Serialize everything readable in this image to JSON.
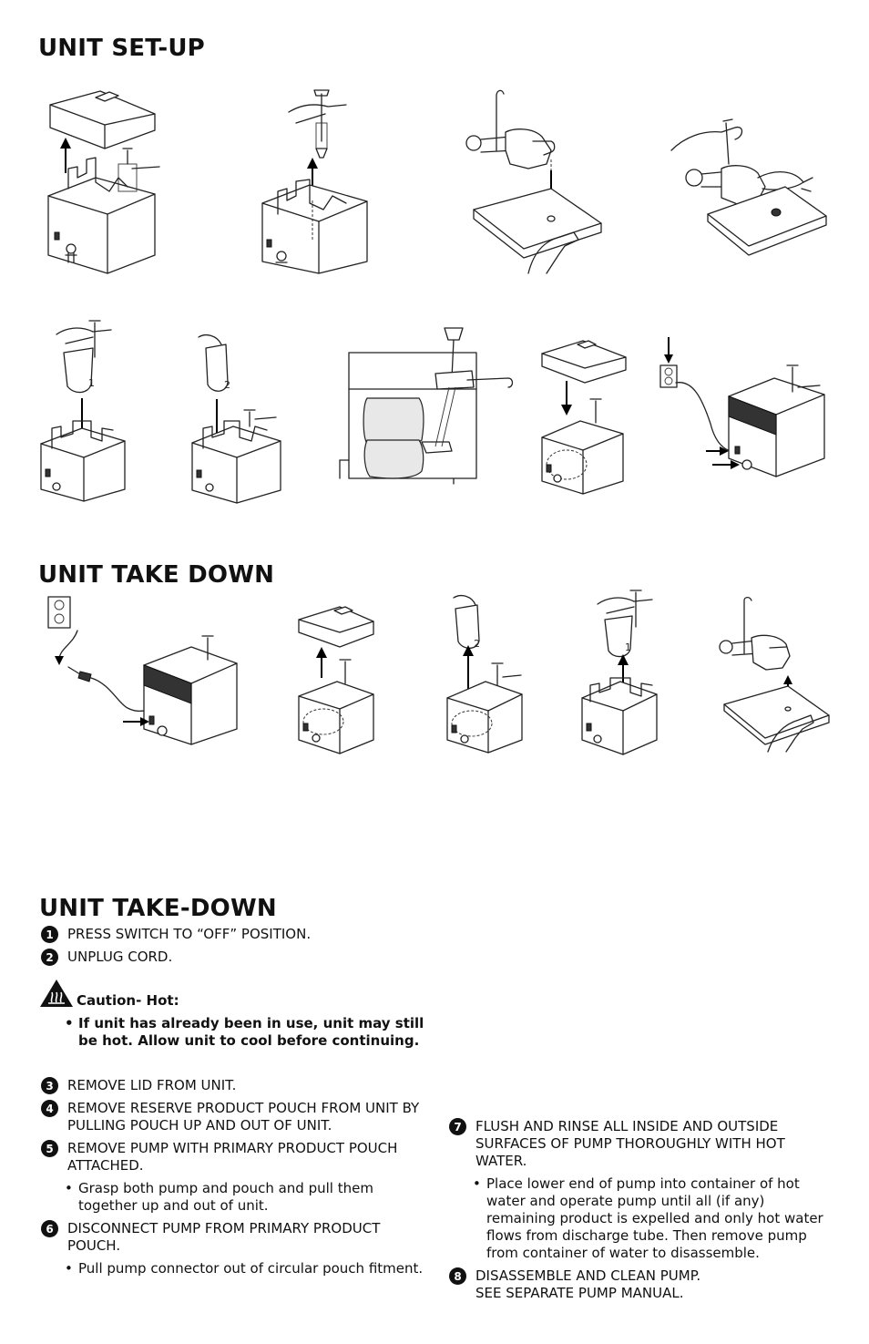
{
  "headings": {
    "setup": "UNIT SET-UP",
    "takedown_figs": "UNIT TAKE DOWN",
    "takedown_text": "UNIT TAKE-DOWN"
  },
  "figure_labels": {
    "setup_5": "1",
    "setup_6": "2",
    "takedown_3": "2",
    "takedown_4": "1"
  },
  "steps_left": [
    {
      "num": "1",
      "text": "PRESS SWITCH TO “OFF” POSITION."
    },
    {
      "num": "2",
      "text": "UNPLUG CORD."
    }
  ],
  "caution": {
    "label": "Caution- Hot:",
    "bullet": "If unit has already been in use, unit may still be hot. Allow unit to cool before continuing."
  },
  "steps_left_2": [
    {
      "num": "3",
      "text": "REMOVE LID FROM UNIT."
    },
    {
      "num": "4",
      "text": "REMOVE RESERVE PRODUCT POUCH FROM UNIT BY PULLING POUCH UP AND OUT OF UNIT."
    },
    {
      "num": "5",
      "text": "REMOVE PUMP WITH PRIMARY PRODUCT POUCH ATTACHED.",
      "bullet": "Grasp both pump and pouch and pull them together up and out of unit."
    },
    {
      "num": "6",
      "text": "DISCONNECT PUMP FROM PRIMARY PRODUCT POUCH.",
      "bullet": "Pull pump connector out of circular pouch fitment."
    }
  ],
  "steps_right": [
    {
      "num": "7",
      "text": "FLUSH AND RINSE ALL INSIDE AND OUTSIDE SURFACES OF PUMP THOROUGHLY WITH HOT WATER.",
      "bullet": "Place lower end of pump into container of hot water and operate pump until all (if any) remaining product is expelled and only hot water flows from discharge tube. Then remove pump from container of water to disassemble."
    },
    {
      "num": "8",
      "text": "DISASSEMBLE AND CLEAN PUMP.\nSEE SEPARATE PUMP MANUAL."
    }
  ]
}
